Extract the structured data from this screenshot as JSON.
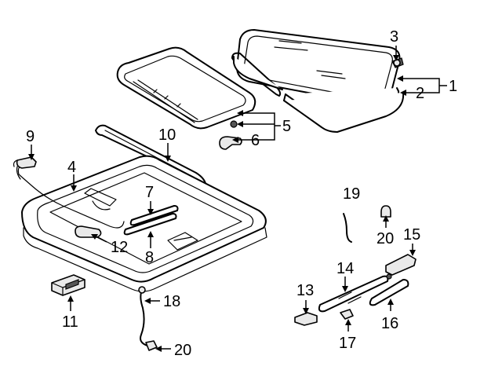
{
  "diagram": {
    "callouts": [
      {
        "id": "c1",
        "label": "1"
      },
      {
        "id": "c2",
        "label": "2"
      },
      {
        "id": "c3",
        "label": "3"
      },
      {
        "id": "c4",
        "label": "4"
      },
      {
        "id": "c5",
        "label": "5"
      },
      {
        "id": "c6",
        "label": "6"
      },
      {
        "id": "c7",
        "label": "7"
      },
      {
        "id": "c8",
        "label": "8"
      },
      {
        "id": "c9",
        "label": "9"
      },
      {
        "id": "c10",
        "label": "10"
      },
      {
        "id": "c11",
        "label": "11"
      },
      {
        "id": "c12",
        "label": "12"
      },
      {
        "id": "c13",
        "label": "13"
      },
      {
        "id": "c14",
        "label": "14"
      },
      {
        "id": "c15",
        "label": "15"
      },
      {
        "id": "c16",
        "label": "16"
      },
      {
        "id": "c17",
        "label": "17"
      },
      {
        "id": "c18",
        "label": "18"
      },
      {
        "id": "c19",
        "label": "19"
      },
      {
        "id": "c20a",
        "label": "20"
      },
      {
        "id": "c20b",
        "label": "20"
      }
    ]
  }
}
